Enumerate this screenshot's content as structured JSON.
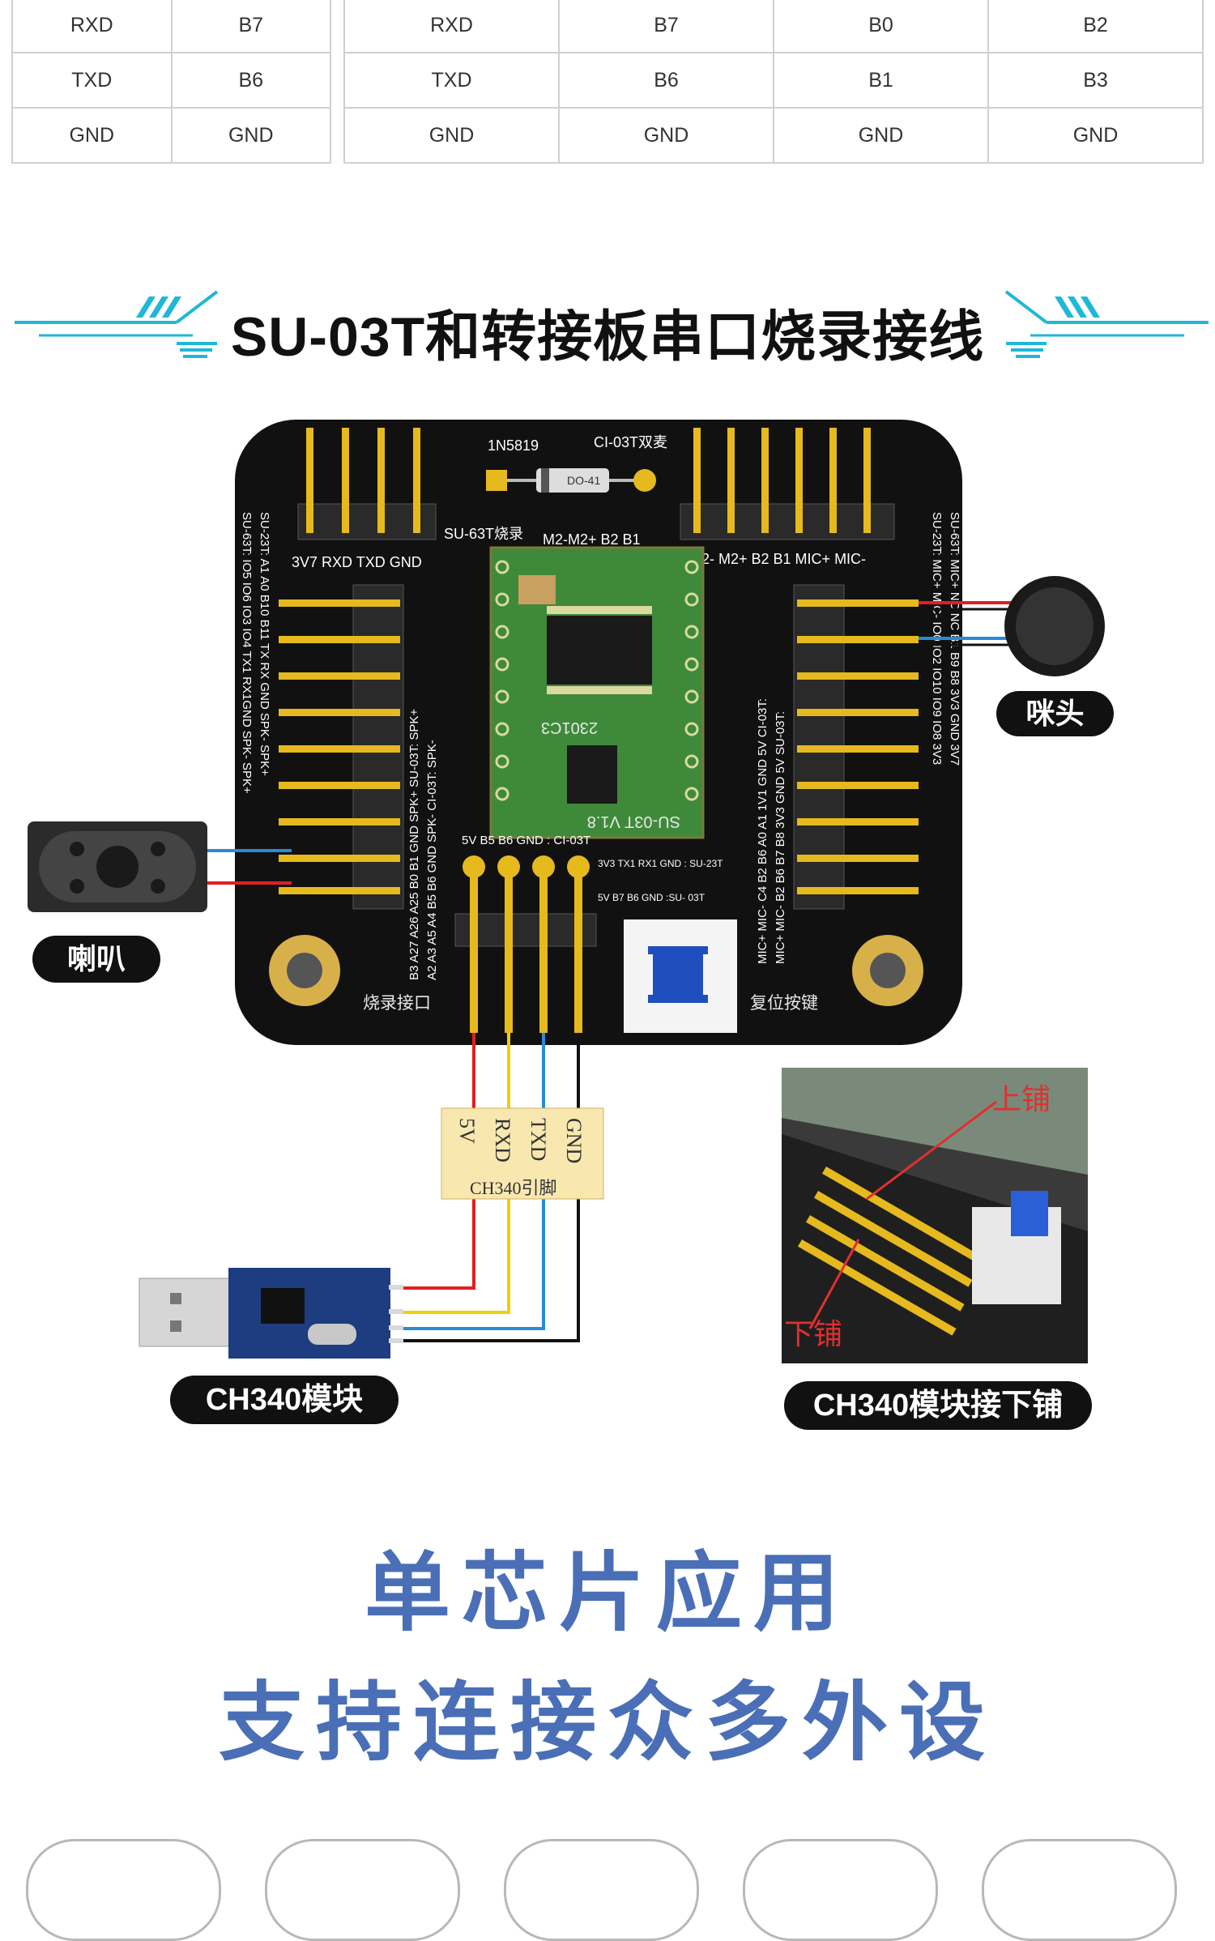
{
  "table_left": {
    "rows": [
      [
        "RXD",
        "B7"
      ],
      [
        "TXD",
        "B6"
      ],
      [
        "GND",
        "GND"
      ]
    ]
  },
  "table_right": {
    "rows": [
      [
        "RXD",
        "B7",
        "B0",
        "B2"
      ],
      [
        "TXD",
        "B6",
        "B1",
        "B3"
      ],
      [
        "GND",
        "GND",
        "GND",
        "GND"
      ]
    ]
  },
  "section": {
    "title": "SU-03T和转接板串口烧录接线"
  },
  "board": {
    "diode_label": "1N5819",
    "diode_code": "DO-41",
    "ci03t_label": "CI-03T双麦",
    "su63t_burn": "SU-63T烧录",
    "top_left_header": "3V7 RXD TXD GND",
    "top_module_pins": "M2-M2+ B2  B1",
    "top_right_header": "2-  M2+ B2   B1 MIC+ MIC-",
    "left_outer_v": "SU-63T:  IO5  IO6  IO3  IO4  TX1 RX1GND SPK- SPK+",
    "left_outer_v2": "SU-23T:  A1   A0   B10  B11  TX   RX  GND SPK- SPK+",
    "left_inner_v": "B3   A27  A26  A25  B0   B1   GND SPK+ SU-03T: SPK+",
    "left_inner_v2": "A2   A3   A5   A4   B5   B6   GND SPK- CI-03T: SPK-",
    "right_inner_v": "MIC+ MIC- C4 B2 B6 A0 A1 1V1 GND 5V CI-03T:",
    "right_inner_v2": "MIC+ MIC- B2 B6 B7 B8 3V3 GND 5V SU-03T:",
    "right_outer_v": "SU-23T: MIC+ MIC- IO0 IO2 IO10 IO9 IO8 3V3",
    "right_outer_v2": "SU-63T: MIC+ NC NC B1 B9 B8 3V3 GND 3V7",
    "module_marking": "SU-03T V1.8",
    "module_chip": "2301C3",
    "bottom_pins": "5V  B5  B6  GND : CI-03T",
    "bottom_line1": "3V3 TX1 RX1 GND : SU-23T",
    "bottom_line2": "5V  B7  B6  GND :SU- 03T",
    "burn_port": "烧录接口",
    "reset_button": "复位按键"
  },
  "ch340_pins": {
    "pins": [
      "5V",
      "RXD",
      "TXD",
      "GND"
    ],
    "caption": "CH340引脚"
  },
  "labels": {
    "mic": "咪头",
    "speaker": "喇叭",
    "ch340": "CH340模块",
    "ch340_lower": "CH340模块接下铺",
    "upper_row": "上铺",
    "lower_row": "下铺"
  },
  "headline": {
    "line1": "单芯片应用",
    "line2": "支持连接众多外设"
  },
  "colors": {
    "headline": "#4a6fb7",
    "accent_cyan": "#1fb8d6",
    "pcb": "#111111",
    "pcb_green": "#3f8a3a",
    "gold": "#e6b91e",
    "wire_red": "#e02020",
    "wire_yellow": "#f0d000",
    "wire_blue": "#2a8ad8",
    "wire_black": "#111111"
  }
}
